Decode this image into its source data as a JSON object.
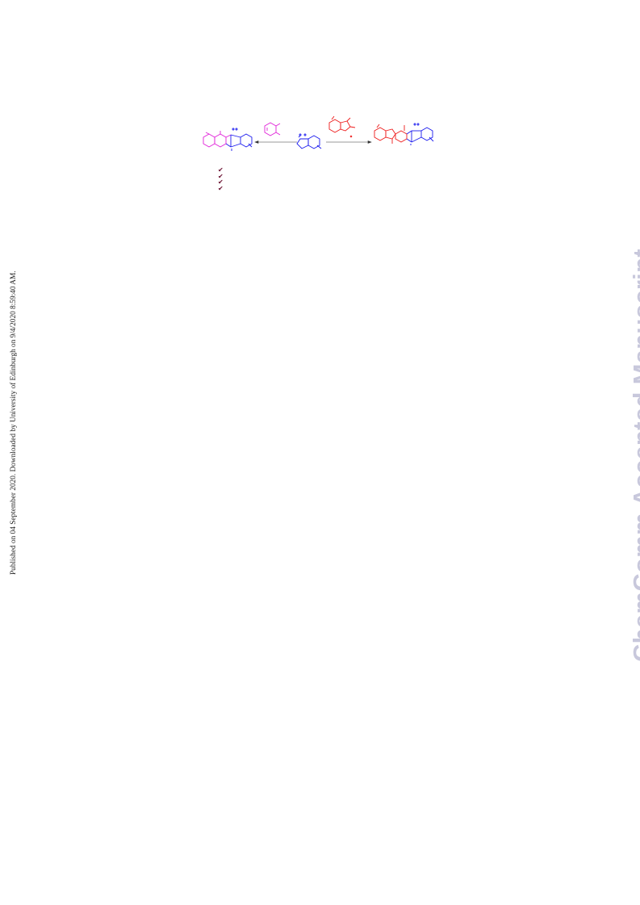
{
  "side_note": "Published on 04 September 2020. Downloaded by University of Edinburgh on 9/4/2020 8:59:40 AM.",
  "watermark": "ChemComm Accepted Manuscript",
  "colors": {
    "left_product": "#e020d8",
    "center_reactant": "#1a1aee",
    "right_product": "#ee1a1a",
    "check": "#6a1030",
    "watermark": "#c8c8dc"
  },
  "check_mark": "✔",
  "check_count": 4
}
